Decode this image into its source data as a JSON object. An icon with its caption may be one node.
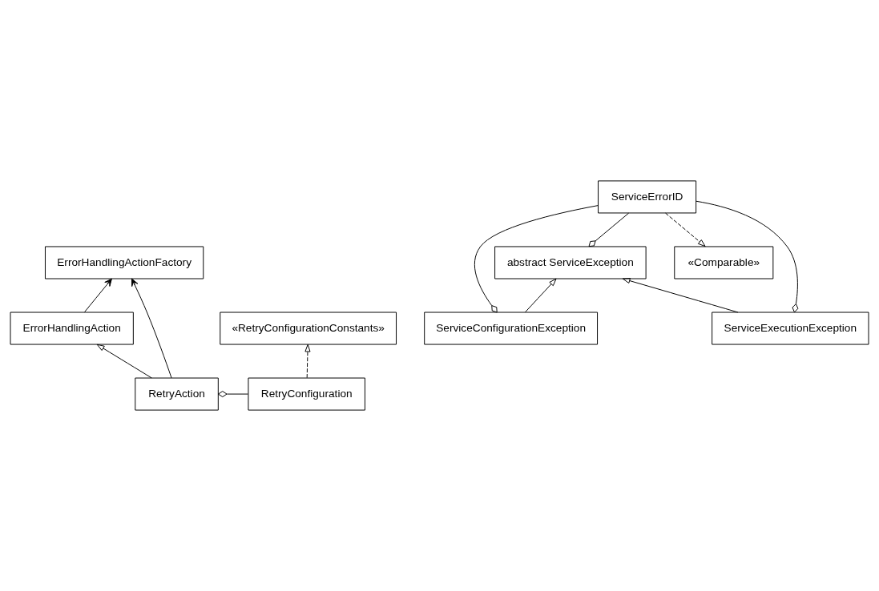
{
  "diagram": {
    "nodes": [
      {
        "text": [
          "ErrorHandlingAction"
        ]
      },
      {
        "text": [
          "«RetryConfigurationConstants»"
        ]
      },
      {
        "text": [
          "RetryAction"
        ]
      },
      {
        "text": [
          "RetryConfiguration"
        ]
      },
      {
        "text": [
          "ErrorHandlingActionFactory"
        ]
      },
      {
        "text": [
          "abstract ServiceException"
        ]
      },
      {
        "text": [
          "«Comparable»"
        ]
      },
      {
        "text": [
          "ServiceConfigurationException"
        ]
      },
      {
        "text": [
          "ServiceErrorID"
        ]
      },
      {
        "text": [
          "ServiceExecutionException"
        ]
      }
    ],
    "edges": [
      {
        "from": 2,
        "to": 0,
        "arrow": "to"
      },
      {
        "from": 0,
        "to": 4,
        "arrow": "to"
      },
      {
        "from": 2,
        "to": 4,
        "arrow": "to"
      },
      {
        "from": 3,
        "to": 1,
        "arrow": "to",
        "style": "dashed"
      },
      {
        "from": 2,
        "to": 3,
        "arrow": "other"
      },
      {
        "from": 7,
        "to": 5,
        "arrow": "to"
      },
      {
        "from": 9,
        "to": 5,
        "arrow": "to"
      },
      {
        "from": 5,
        "to": 8,
        "arrow": "other"
      },
      {
        "from": 7,
        "to": 8,
        "arrow": "other"
      },
      {
        "from": 9,
        "to": 8,
        "arrow": "other"
      },
      {
        "from": 8,
        "to": 6,
        "arrow": "to",
        "style": "dashed"
      }
    ]
  }
}
